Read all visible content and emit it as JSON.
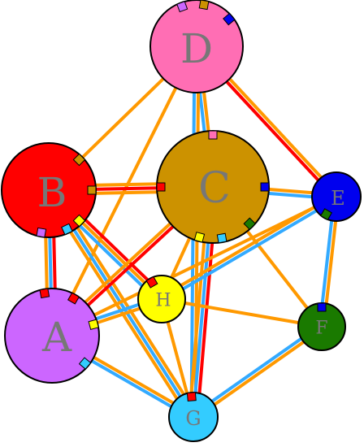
{
  "nodes": [
    {
      "id": "D",
      "label": "D",
      "color": "#ff6eb4"
    },
    {
      "id": "B",
      "label": "B",
      "color": "#ff0000"
    },
    {
      "id": "C",
      "label": "C",
      "color": "#cc9200"
    },
    {
      "id": "E",
      "label": "E",
      "color": "#0000ee"
    },
    {
      "id": "A",
      "label": "A",
      "color": "#cc66ff"
    },
    {
      "id": "H",
      "label": "H",
      "color": "#ffff00"
    },
    {
      "id": "F",
      "label": "F",
      "color": "#1a7a00"
    },
    {
      "id": "G",
      "label": "G",
      "color": "#33ccff"
    }
  ],
  "edge_colors": {
    "orange": "#ff9900",
    "blue": "#33aaff",
    "red": "#ff0000"
  }
}
